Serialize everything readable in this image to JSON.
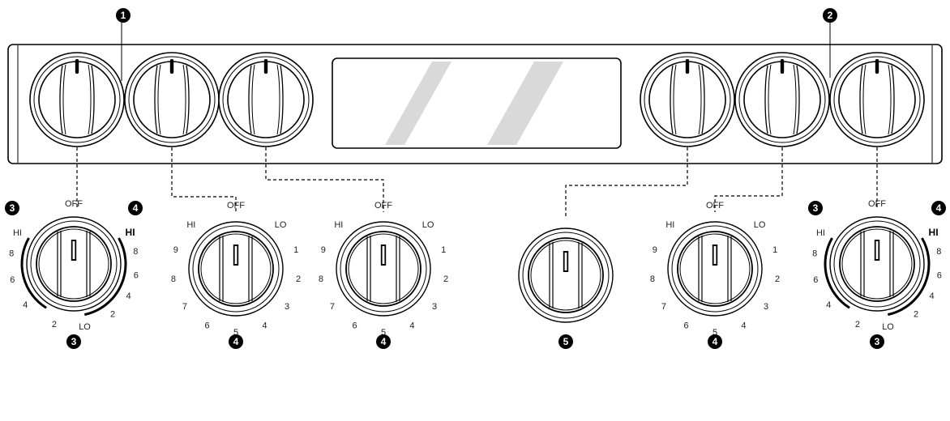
{
  "callouts": [
    {
      "id": "1",
      "text": "1"
    },
    {
      "id": "2",
      "text": "2"
    }
  ],
  "knobs": [
    {
      "id": "left-dual",
      "type": "dual",
      "labels": {
        "off": "OFF",
        "hi_left": "HI",
        "hi_right": "HI",
        "lo": "LO",
        "left_marks": [
          "8",
          "6",
          "4",
          "2"
        ],
        "right_marks": [
          "8",
          "6",
          "4",
          "2"
        ]
      },
      "badge_left": "3",
      "badge_right": "4",
      "bottom_number": "3"
    },
    {
      "id": "mid-left-1",
      "type": "standard",
      "labels": {
        "off": "OFF",
        "hi": "HI",
        "lo": "LO",
        "scale": [
          "1",
          "2",
          "3",
          "4",
          "5",
          "6",
          "7",
          "8",
          "9"
        ]
      },
      "bottom_number": "4"
    },
    {
      "id": "mid-left-2",
      "type": "standard",
      "labels": {
        "off": "OFF",
        "hi": "HI",
        "lo": "LO",
        "scale": [
          "1",
          "2",
          "3",
          "4",
          "5",
          "6",
          "7",
          "8",
          "9"
        ]
      },
      "bottom_number": "4"
    },
    {
      "id": "center-plain",
      "type": "plain",
      "bottom_number": "5"
    },
    {
      "id": "mid-right",
      "type": "standard",
      "labels": {
        "off": "OFF",
        "hi": "HI",
        "lo": "LO",
        "scale": [
          "1",
          "2",
          "3",
          "4",
          "5",
          "6",
          "7",
          "8",
          "9"
        ]
      },
      "bottom_number": "4"
    },
    {
      "id": "right-dual",
      "type": "dual",
      "labels": {
        "off": "OFF",
        "hi_left": "HI",
        "hi_right": "HI",
        "lo": "LO",
        "left_marks": [
          "8",
          "6",
          "4",
          "2"
        ],
        "right_marks": [
          "8",
          "6",
          "4",
          "2"
        ]
      },
      "badge_left": "3",
      "badge_right": "4",
      "bottom_number": "3"
    }
  ]
}
